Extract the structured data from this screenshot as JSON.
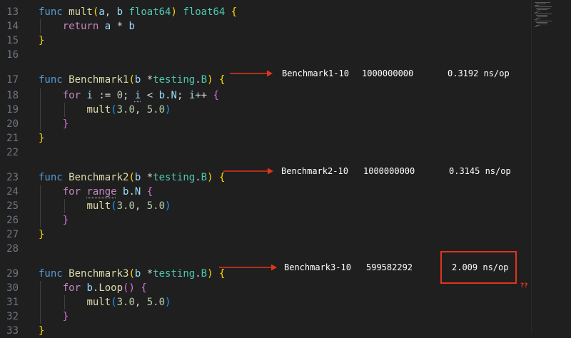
{
  "editor": {
    "lines": [
      {
        "num": "13",
        "tokens": [
          [
            "func ",
            "kwf"
          ],
          [
            "mult",
            "fn"
          ],
          [
            "(",
            "b1"
          ],
          [
            "a",
            "var"
          ],
          [
            ", ",
            "txt"
          ],
          [
            "b",
            "var"
          ],
          [
            " float64",
            "ty"
          ],
          [
            ")",
            "b1"
          ],
          [
            " float64",
            "ty"
          ],
          [
            " ",
            "txt"
          ],
          [
            "{",
            "b1"
          ]
        ]
      },
      {
        "num": "14",
        "tokens": [
          [
            "    ",
            "txt"
          ],
          [
            "return",
            "kw"
          ],
          [
            " a ",
            "var"
          ],
          [
            "* ",
            "txt"
          ],
          [
            "b",
            "var"
          ]
        ]
      },
      {
        "num": "15",
        "tokens": [
          [
            "}",
            "b1"
          ]
        ]
      },
      {
        "num": "16",
        "tokens": []
      },
      {
        "num": "17",
        "tokens": [
          [
            "func ",
            "kwf"
          ],
          [
            "Benchmark1",
            "fn"
          ],
          [
            "(",
            "b1"
          ],
          [
            "b ",
            "var"
          ],
          [
            "*",
            "txt"
          ],
          [
            "testing",
            "ty"
          ],
          [
            ".",
            "txt"
          ],
          [
            "B",
            "ty"
          ],
          [
            ")",
            "b1"
          ],
          [
            " ",
            "txt"
          ],
          [
            "{",
            "b1"
          ]
        ]
      },
      {
        "num": "18",
        "tokens": [
          [
            "    ",
            "txt"
          ],
          [
            "for",
            "kw"
          ],
          [
            " i ",
            "var"
          ],
          [
            ":= ",
            "txt"
          ],
          [
            "0",
            "num"
          ],
          [
            "; ",
            "txt"
          ],
          [
            "i",
            "var dots"
          ],
          [
            " < ",
            "txt"
          ],
          [
            "b",
            "var"
          ],
          [
            ".",
            "txt"
          ],
          [
            "N",
            "var"
          ],
          [
            "; ",
            "txt"
          ],
          [
            "i",
            "var"
          ],
          [
            "++ ",
            "txt"
          ],
          [
            "{",
            "b2"
          ]
        ]
      },
      {
        "num": "19",
        "tokens": [
          [
            "        ",
            "txt"
          ],
          [
            "mult",
            "fn"
          ],
          [
            "(",
            "b3"
          ],
          [
            "3.0",
            "num"
          ],
          [
            ", ",
            "txt"
          ],
          [
            "5.0",
            "num"
          ],
          [
            ")",
            "b3"
          ]
        ]
      },
      {
        "num": "20",
        "tokens": [
          [
            "    ",
            "txt"
          ],
          [
            "}",
            "b2"
          ]
        ]
      },
      {
        "num": "21",
        "tokens": [
          [
            "}",
            "b1"
          ]
        ]
      },
      {
        "num": "22",
        "tokens": []
      },
      {
        "num": "23",
        "tokens": [
          [
            "func ",
            "kwf"
          ],
          [
            "Benchmark2",
            "fn"
          ],
          [
            "(",
            "b1"
          ],
          [
            "b ",
            "var"
          ],
          [
            "*",
            "txt"
          ],
          [
            "testing",
            "ty"
          ],
          [
            ".",
            "txt"
          ],
          [
            "B",
            "ty"
          ],
          [
            ")",
            "b1"
          ],
          [
            " ",
            "txt"
          ],
          [
            "{",
            "b1"
          ]
        ]
      },
      {
        "num": "24",
        "tokens": [
          [
            "    ",
            "txt"
          ],
          [
            "for",
            "kw"
          ],
          [
            " ",
            "txt"
          ],
          [
            "range",
            "kw dots"
          ],
          [
            " b",
            "var"
          ],
          [
            ".",
            "txt"
          ],
          [
            "N",
            "var"
          ],
          [
            " ",
            "txt"
          ],
          [
            "{",
            "b2"
          ]
        ]
      },
      {
        "num": "25",
        "tokens": [
          [
            "        ",
            "txt"
          ],
          [
            "mult",
            "fn"
          ],
          [
            "(",
            "b3"
          ],
          [
            "3.0",
            "num"
          ],
          [
            ", ",
            "txt"
          ],
          [
            "5.0",
            "num"
          ],
          [
            ")",
            "b3"
          ]
        ]
      },
      {
        "num": "26",
        "tokens": [
          [
            "    ",
            "txt"
          ],
          [
            "}",
            "b2"
          ]
        ]
      },
      {
        "num": "27",
        "tokens": [
          [
            "}",
            "b1"
          ]
        ]
      },
      {
        "num": "28",
        "tokens": []
      },
      {
        "num": "29",
        "tokens": [
          [
            "func ",
            "kwf"
          ],
          [
            "Benchmark3",
            "fn"
          ],
          [
            "(",
            "b1"
          ],
          [
            "b ",
            "var"
          ],
          [
            "*",
            "txt"
          ],
          [
            "testing",
            "ty"
          ],
          [
            ".",
            "txt"
          ],
          [
            "B",
            "ty"
          ],
          [
            ")",
            "b1"
          ],
          [
            " ",
            "txt"
          ],
          [
            "{",
            "b1"
          ]
        ]
      },
      {
        "num": "30",
        "tokens": [
          [
            "    ",
            "txt"
          ],
          [
            "for",
            "kw"
          ],
          [
            " b",
            "var"
          ],
          [
            ".",
            "txt"
          ],
          [
            "Loop",
            "fn"
          ],
          [
            "()",
            "b2"
          ],
          [
            " ",
            "txt"
          ],
          [
            "{",
            "b2"
          ]
        ]
      },
      {
        "num": "31",
        "tokens": [
          [
            "        ",
            "txt"
          ],
          [
            "mult",
            "fn"
          ],
          [
            "(",
            "b3"
          ],
          [
            "3.0",
            "num"
          ],
          [
            ", ",
            "txt"
          ],
          [
            "5.0",
            "num"
          ],
          [
            ")",
            "b3"
          ]
        ]
      },
      {
        "num": "32",
        "tokens": [
          [
            "    ",
            "txt"
          ],
          [
            "}",
            "b2"
          ]
        ]
      },
      {
        "num": "33",
        "tokens": [
          [
            "}",
            "b1"
          ]
        ]
      }
    ]
  },
  "annotations": {
    "results": [
      {
        "name": "Benchmark1-10",
        "iterations": "1000000000",
        "time": "0.3192 ns/op",
        "highlighted": false
      },
      {
        "name": "Benchmark2-10",
        "iterations": "1000000000",
        "time": "0.3145 ns/op",
        "highlighted": false
      },
      {
        "name": "Benchmark3-10",
        "iterations": "599582292",
        "time": "2.009 ns/op",
        "highlighted": true
      }
    ],
    "question_marks": "??",
    "arrow_color": "#e0341c",
    "highlight_color": "#e0341c"
  },
  "theme": {
    "background": "#1f1f1f",
    "line_number": "#6e7681"
  }
}
